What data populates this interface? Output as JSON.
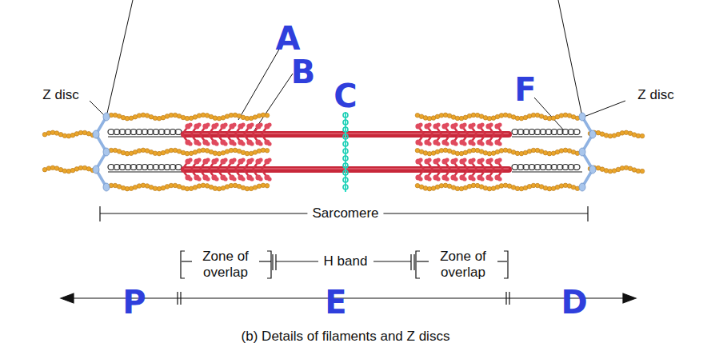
{
  "diagram": {
    "caption": "(b) Details of filaments and Z discs",
    "labels": [
      "Z disc",
      "A",
      "B",
      "C",
      "F",
      "Z disc",
      "Sarcomere",
      "Zone of overlap",
      "H band",
      "Zone of overlap",
      "P",
      "E",
      "D"
    ]
  }
}
